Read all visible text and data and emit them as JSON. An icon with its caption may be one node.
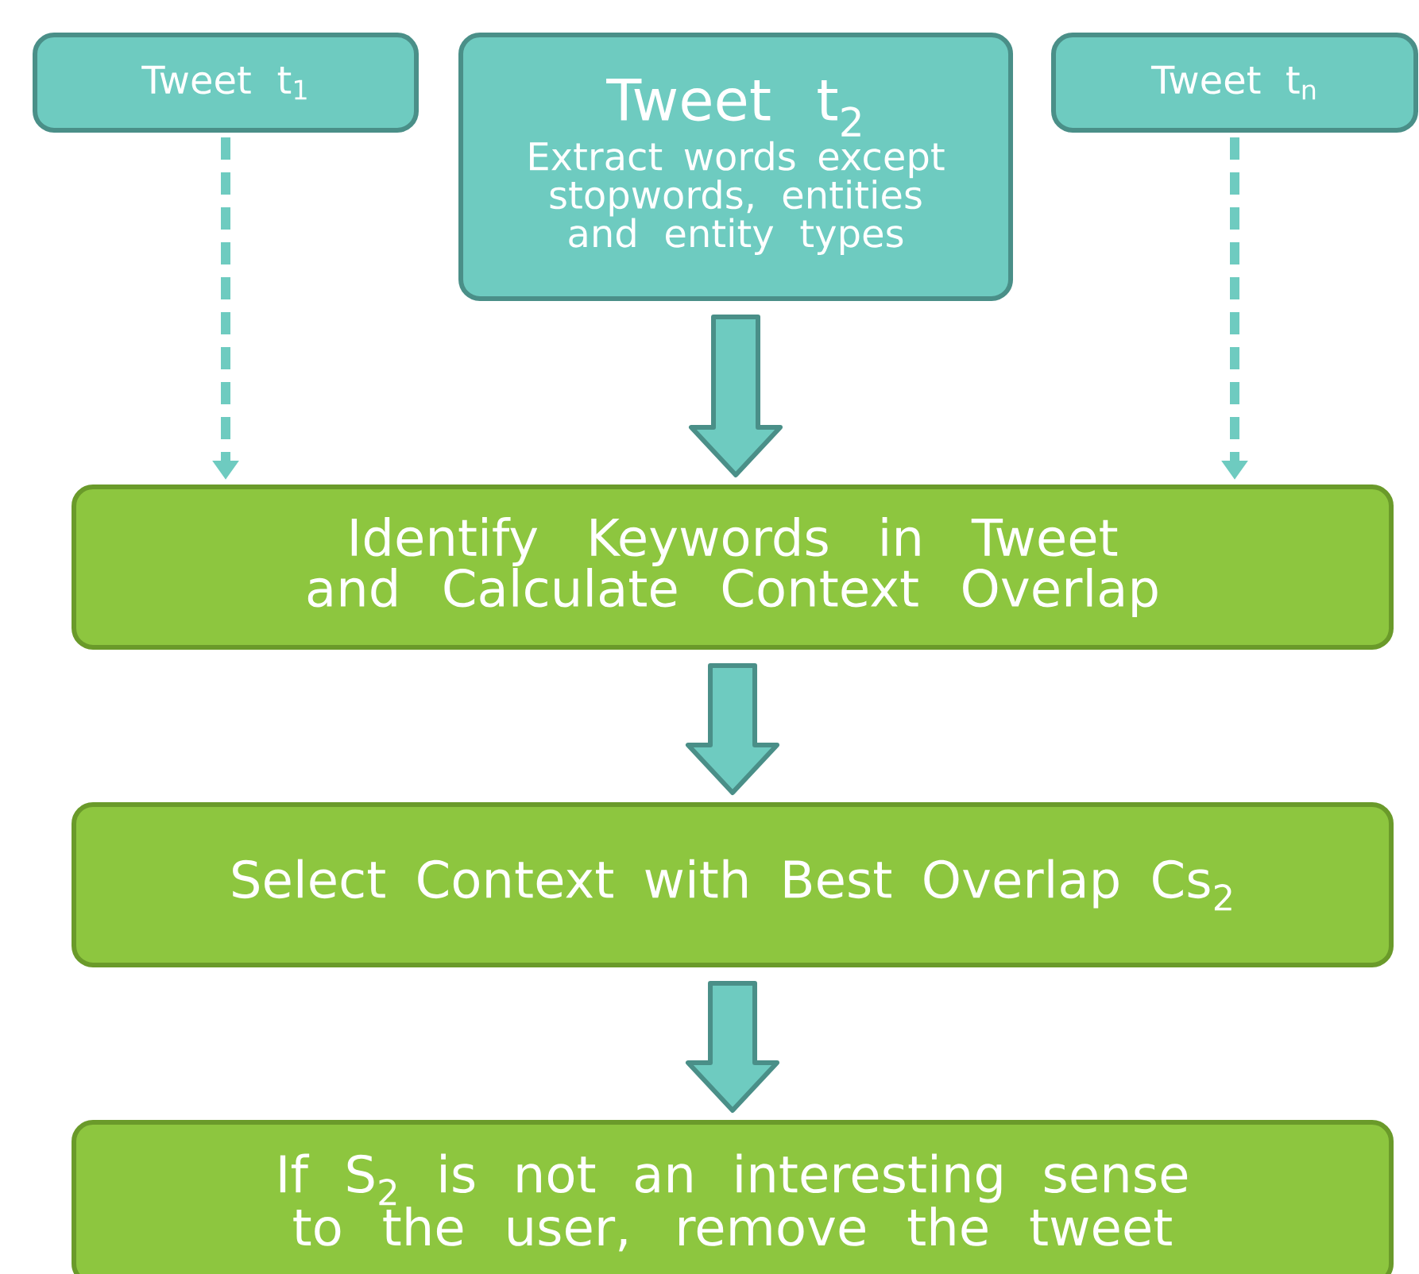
{
  "diagram": {
    "nodes": [
      {
        "text": [
          "Tweet t$_{1}$"
        ]
      },
      {
        "text": [
          "Tweet t$_{2}$",
          "Extract words except stopwords, entities and entity types"
        ]
      },
      {
        "text": [
          "Tweet t$_{n}$"
        ]
      },
      {
        "text": [
          "Identify Keywords in Tweet and Calculate Context Overlap"
        ]
      },
      {
        "text": [
          "Select Context with Best Overlap Cs$_{2}$"
        ]
      },
      {
        "text": [
          "If S$_{2}$ is not an interesting sense to the user, remove the tweet"
        ]
      }
    ],
    "edges": [
      {
        "from": 0,
        "to": 3,
        "arrow": "to",
        "style": "dashed",
        "color": "#6ecbc0"
      },
      {
        "from": 1,
        "to": 3,
        "arrow": "to"
      },
      {
        "from": 2,
        "to": 3,
        "arrow": "to",
        "style": "dashed",
        "color": "#6ecbc0"
      },
      {
        "from": 3,
        "to": 4,
        "arrow": "to"
      },
      {
        "from": 4,
        "to": 5,
        "arrow": "to"
      }
    ]
  }
}
